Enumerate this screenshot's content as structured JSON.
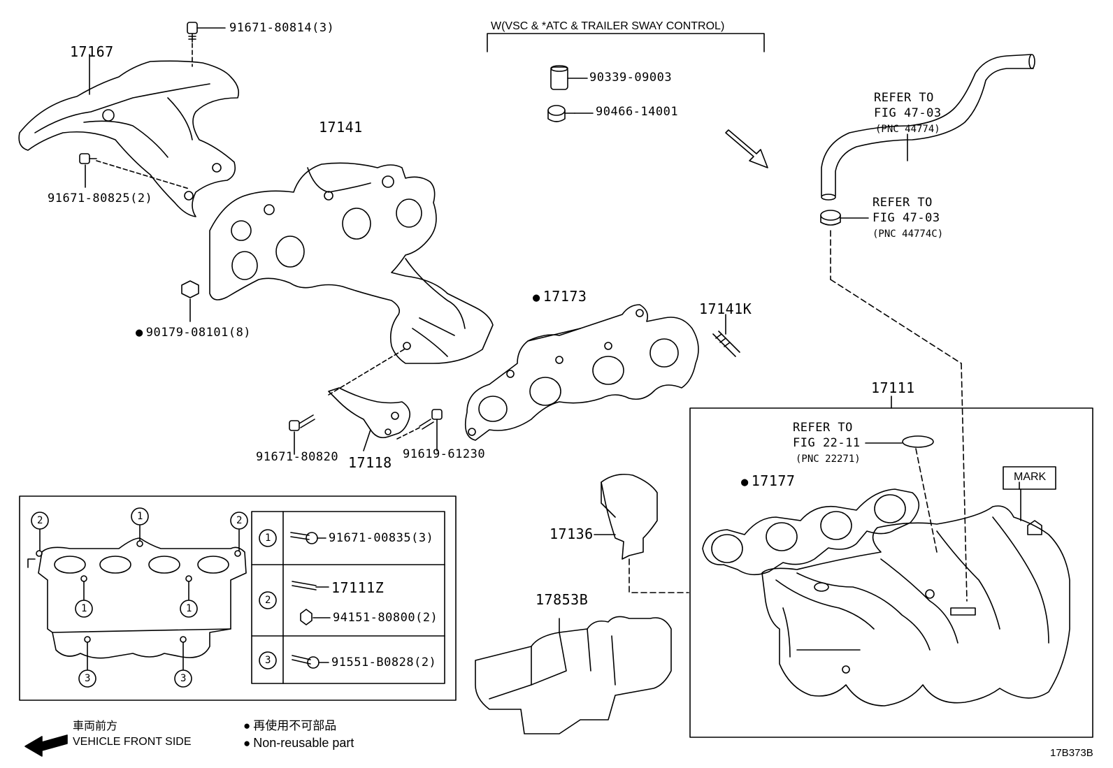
{
  "title_bracket": "W(VSC & *ATC & TRAILER SWAY CONTROL)",
  "parts": {
    "p17167": "17167",
    "p91671_80814": "91671-80814(3)",
    "p91671_80825": "91671-80825(2)",
    "p17141": "17141",
    "p90179_08101": "90179-08101(8)",
    "p90339_09003": "90339-09003",
    "p90466_14001": "90466-14001",
    "p17173": "17173",
    "p17141K": "17141K",
    "p91671_80820": "91671-80820",
    "p17118": "17118",
    "p91619_61230": "91619-61230",
    "p17111": "17111",
    "p17177": "17177",
    "p17136": "17136",
    "p17853B": "17853B",
    "mark": "MARK"
  },
  "refers": [
    {
      "line1": "REFER TO",
      "line2": "FIG 47-03",
      "line3": "(PNC 44774)"
    },
    {
      "line1": "REFER TO",
      "line2": "FIG 47-03",
      "line3": "(PNC 44774C)"
    },
    {
      "line1": "REFER TO",
      "line2": "FIG 22-11",
      "line3": "(PNC 22271)"
    }
  ],
  "inset": {
    "callouts": [
      "1",
      "2",
      "3"
    ],
    "rows": [
      {
        "num": "1",
        "part1": "91671-00835(3)"
      },
      {
        "num": "2",
        "part1": "17111Z",
        "part2": "94151-80800(2)"
      },
      {
        "num": "3",
        "part1": "91551-B0828(2)"
      }
    ]
  },
  "legend": {
    "front_jp": "車両前方",
    "front_en": "VEHICLE FRONT SIDE",
    "nonreuse_jp": "再使用不可部品",
    "nonreuse_en": "Non-reusable part"
  },
  "figure_id": "17B373B"
}
